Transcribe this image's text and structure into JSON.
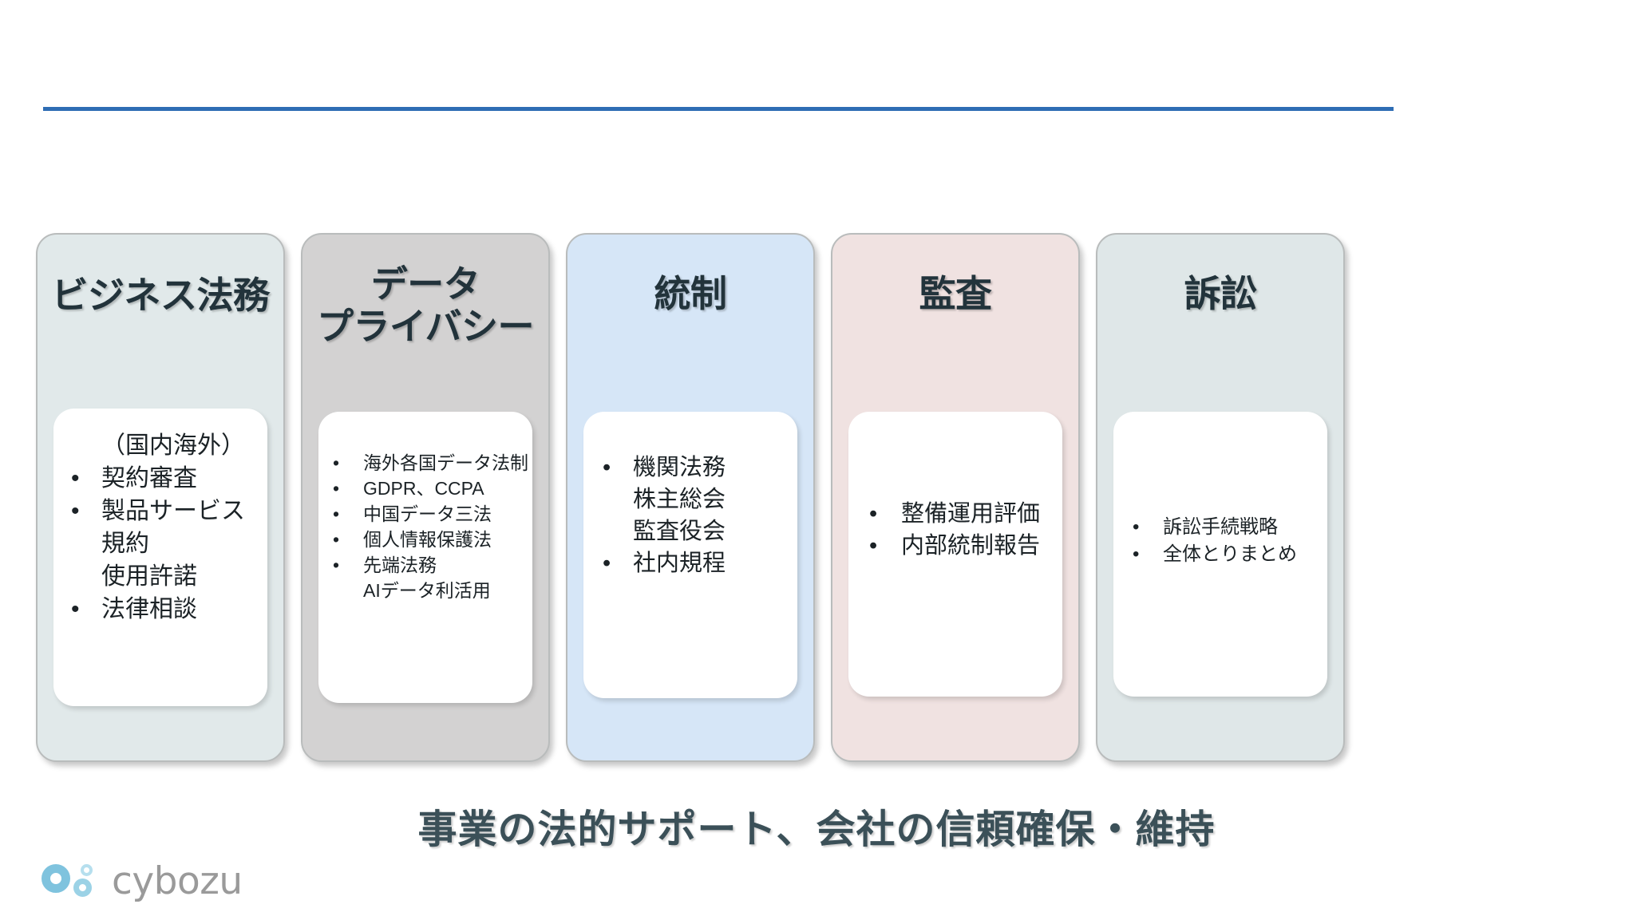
{
  "slide": {
    "header_rule_color": "#2e6db4",
    "caption": "事業の法的サポート、会社の信頼確保・維持",
    "caption_color": "#3b5058"
  },
  "cards": [
    {
      "id": "business-legal",
      "title": "ビジネス法務",
      "bg": "#e1e9ea",
      "title_color": "#22333b",
      "lines": [
        {
          "text": "（国内海外）",
          "bullet": false
        },
        {
          "text": "契約審査",
          "bullet": true
        },
        {
          "text": "製品サービス",
          "bullet": true
        },
        {
          "text": "規約",
          "bullet": false
        },
        {
          "text": "使用許諾",
          "bullet": false
        },
        {
          "text": "法律相談",
          "bullet": true
        }
      ]
    },
    {
      "id": "data-privacy",
      "title": "データ\nプライバシー",
      "bg": "#d3d2d2",
      "title_color": "#22333b",
      "lines": [
        {
          "text": "海外各国データ法制",
          "bullet": true
        },
        {
          "text": "GDPR、CCPA",
          "bullet": true
        },
        {
          "text": "中国データ三法",
          "bullet": true
        },
        {
          "text": "個人情報保護法",
          "bullet": true
        },
        {
          "text": "先端法務",
          "bullet": true
        },
        {
          "text": "AIデータ利活用",
          "bullet": false
        }
      ]
    },
    {
      "id": "governance",
      "title": "統制",
      "bg": "#d6e6f7",
      "title_color": "#22333b",
      "lines": [
        {
          "text": "機関法務",
          "bullet": true
        },
        {
          "text": "株主総会",
          "bullet": false
        },
        {
          "text": "監査役会",
          "bullet": false
        },
        {
          "text": "社内規程",
          "bullet": true
        }
      ]
    },
    {
      "id": "audit",
      "title": "監査",
      "bg": "#f0e2e1",
      "title_color": "#22333b",
      "lines": [
        {
          "text": "整備運用評価",
          "bullet": true
        },
        {
          "text": "内部統制報告",
          "bullet": true
        }
      ]
    },
    {
      "id": "litigation",
      "title": "訴訟",
      "bg": "#dfe7e8",
      "title_color": "#22333b",
      "lines": [
        {
          "text": "訴訟手続戦略",
          "bullet": true
        },
        {
          "text": "全体とりまとめ",
          "bullet": true
        }
      ]
    }
  ],
  "logo": {
    "text": "cybozu",
    "mark_color": "#7fc3de",
    "text_color": "#9a9a9a"
  }
}
